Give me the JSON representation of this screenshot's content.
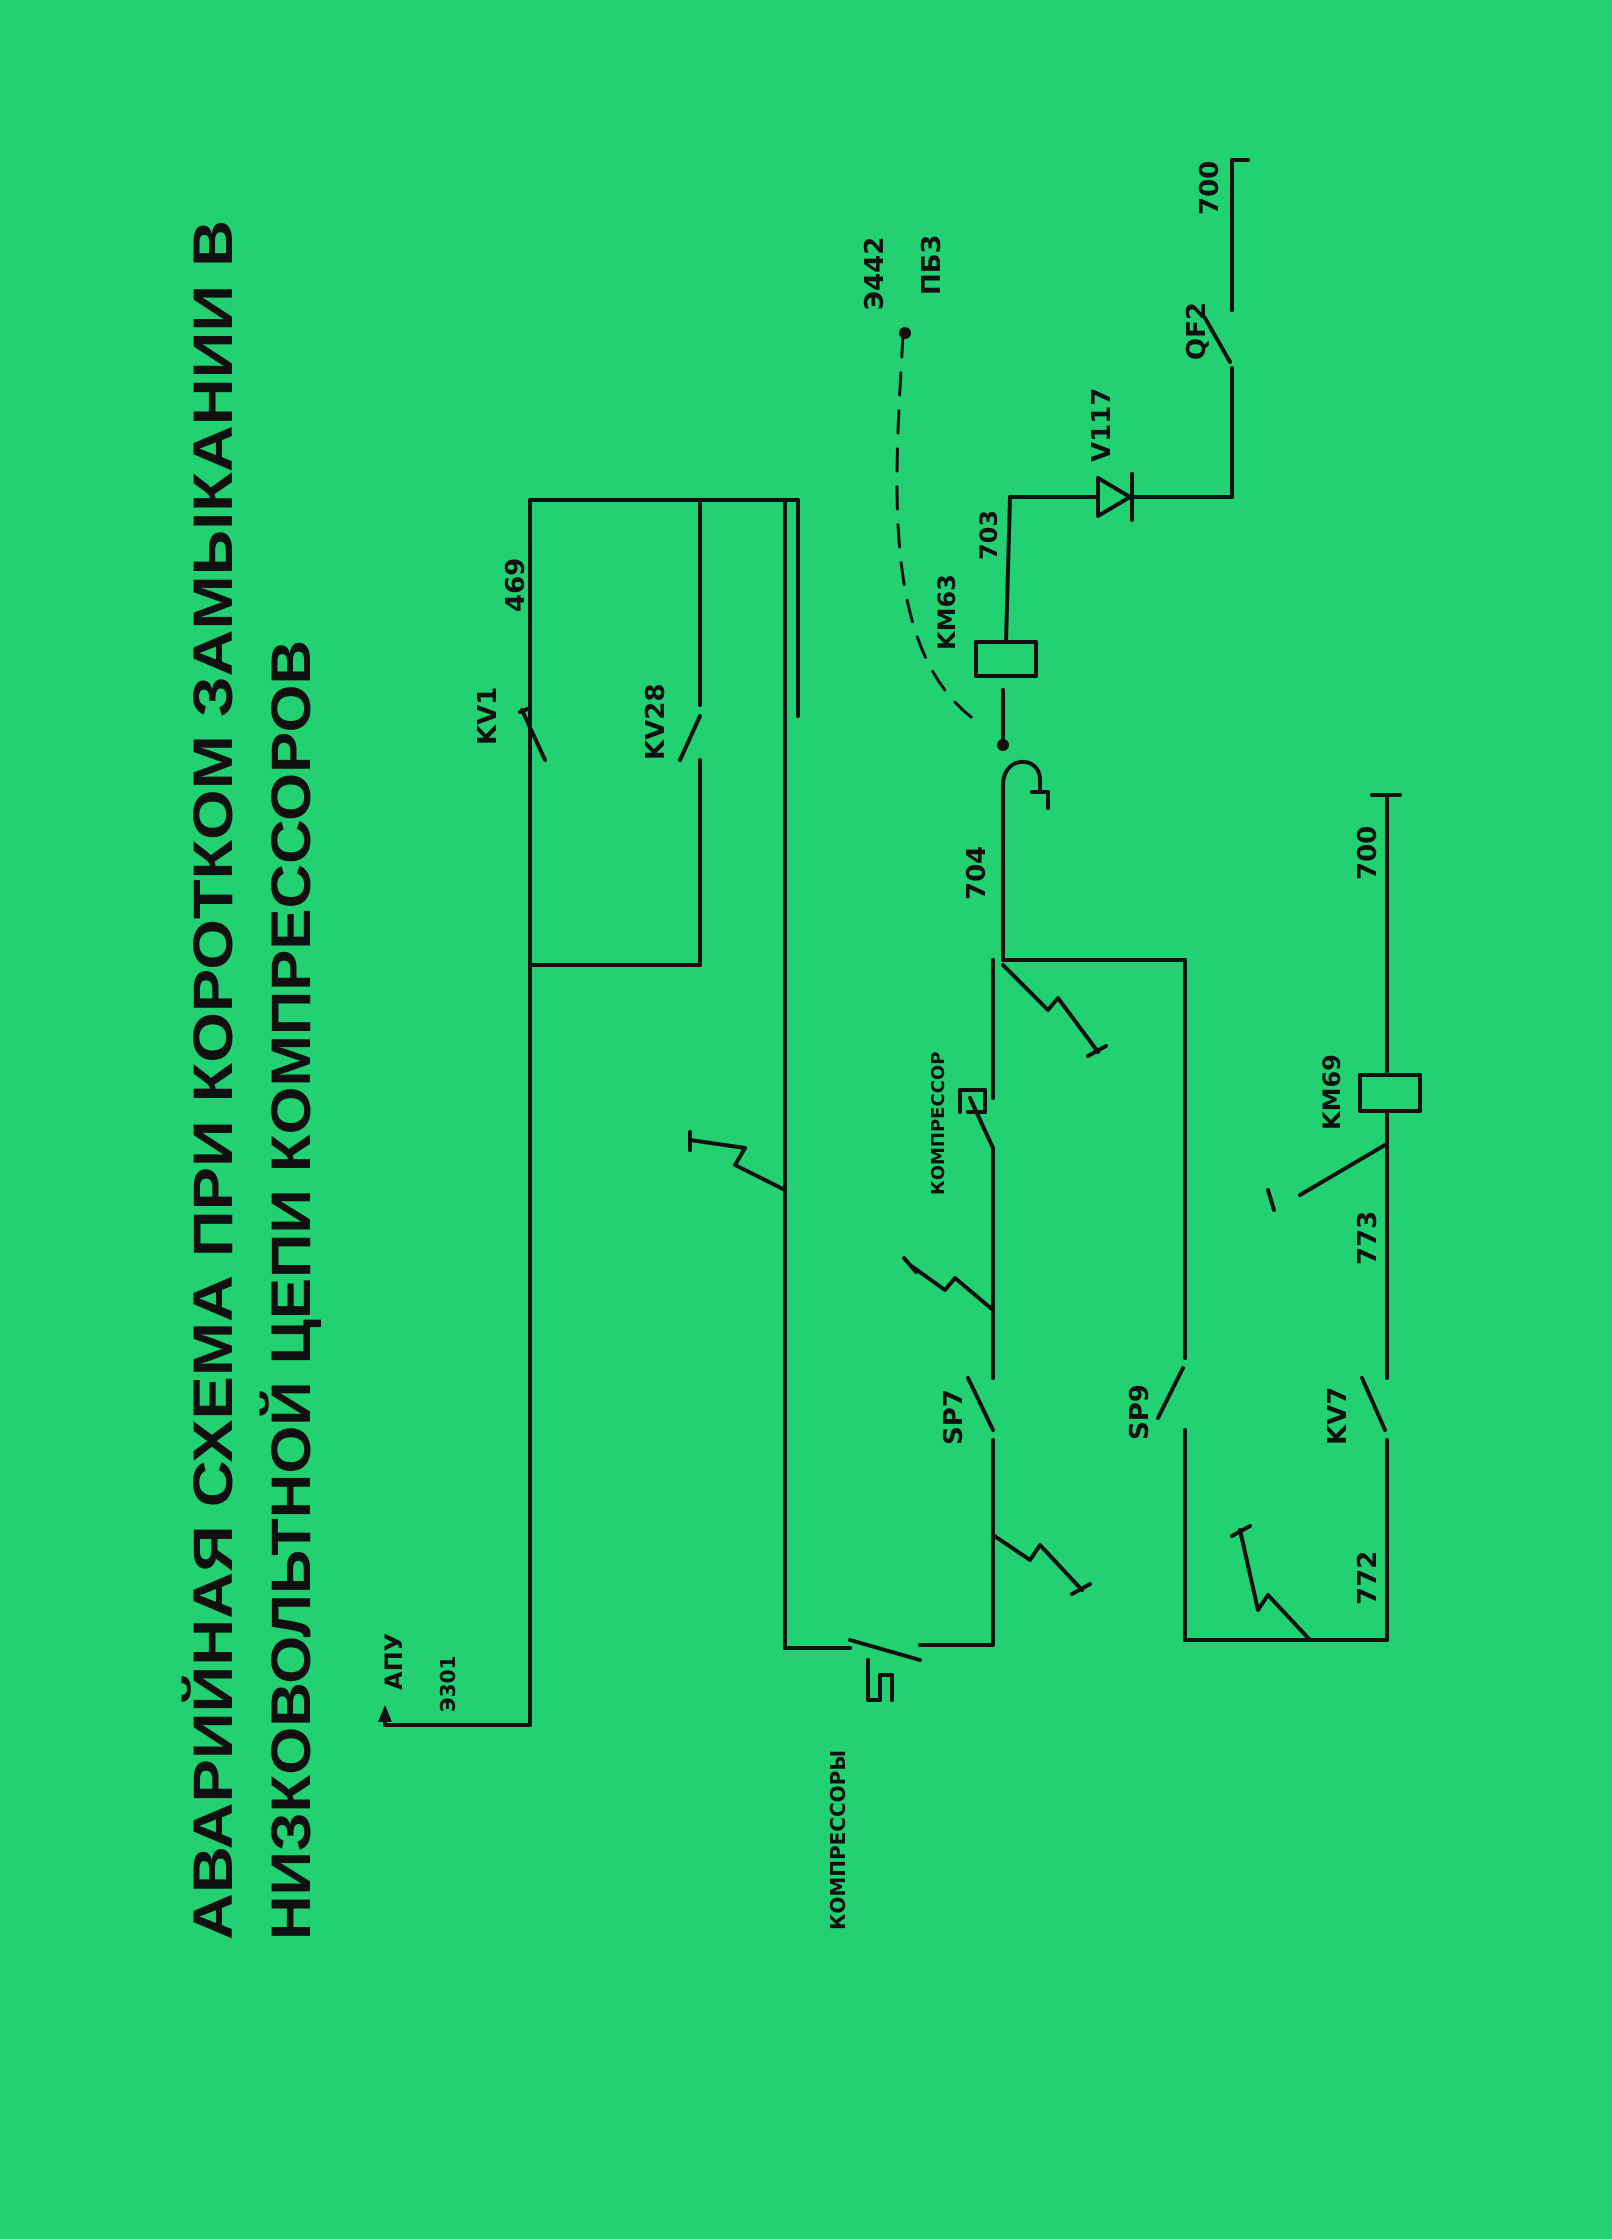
{
  "title": {
    "line1": "АВАРИЙНАЯ СХЕМА ПРИ КОРОТКОМ ЗАМЫКАНИИ В",
    "line2": "НИЗКОВОЛЬТНОЙ ЦЕПИ КОМПРЕССОРОВ"
  },
  "labels": {
    "apu": "АПУ",
    "e301": "Э301",
    "kv1": "KV1",
    "n469": "469",
    "kv28": "KV28",
    "e442": "Э442",
    "pbz": "ПБЗ",
    "qf2": "QF2",
    "n700_top": "700",
    "v117": "V117",
    "km63": "KM63",
    "n703": "703",
    "n704": "704",
    "n700_bottom": "700",
    "kompressor": "КОМПРЕССОР",
    "km69": "KM69",
    "n773": "773",
    "sp7": "SP7",
    "sp9": "SP9",
    "kv7": "KV7",
    "n772": "772",
    "kompressory": "КОМПРЕССОРЫ"
  },
  "colors": {
    "background": "#22d172",
    "ink": "#101010"
  }
}
